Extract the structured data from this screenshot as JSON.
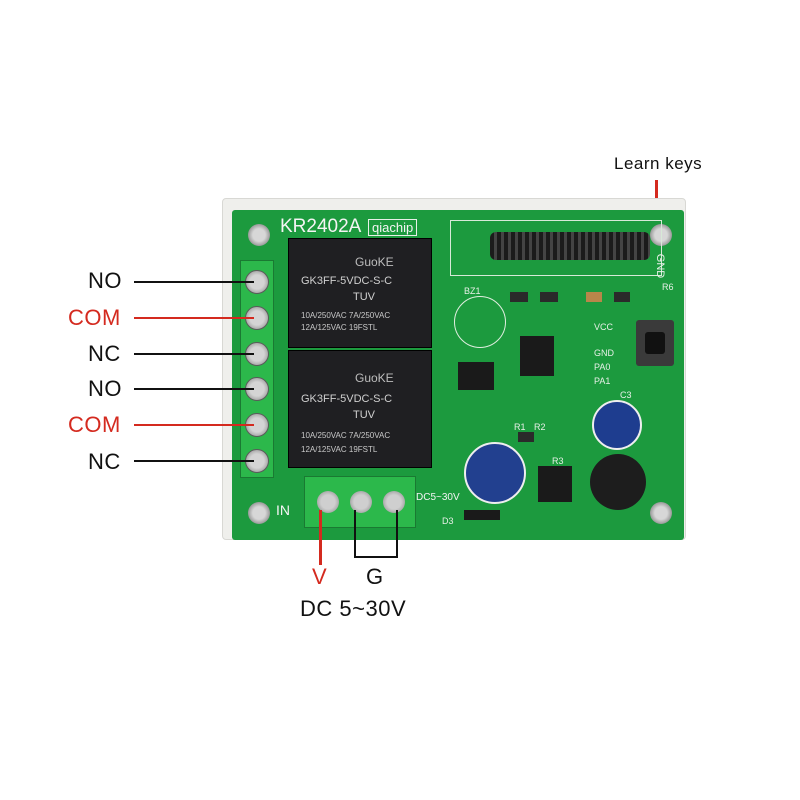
{
  "annotations": {
    "learn_keys": "Learn keys",
    "terminals_left": [
      {
        "label": "NO",
        "color": "#111111"
      },
      {
        "label": "COM",
        "color": "#d42a1f"
      },
      {
        "label": "NC",
        "color": "#111111"
      },
      {
        "label": "NO",
        "color": "#111111"
      },
      {
        "label": "COM",
        "color": "#d42a1f"
      },
      {
        "label": "NC",
        "color": "#111111"
      }
    ],
    "power_v": "V",
    "power_g": "G",
    "power_range": "DC 5~30V"
  },
  "board": {
    "model": "KR2402A",
    "brand": "qiachip",
    "pcb_color": "#1c9a3e",
    "relays": [
      {
        "brand": "GuoKE",
        "model": "GK3FF-5VDC-S-C",
        "mark": "TUV",
        "rating1": "10A/250VAC  7A/250VAC",
        "rating2": "12A/125VAC    19FSTL"
      },
      {
        "brand": "GuoKE",
        "model": "GK3FF-5VDC-S-C",
        "mark": "TUV",
        "rating1": "10A/250VAC  7A/250VAC",
        "rating2": "12A/125VAC    19FSTL"
      }
    ],
    "silkscreen": {
      "in": "IN",
      "dc": "DC5~30V",
      "gnd": "GND",
      "vcc": "VCC",
      "pa0": "PA0",
      "pa1": "PA1",
      "bz1": "BZ1",
      "c3": "C3",
      "d3": "D3",
      "r1": "R1",
      "r2": "R2",
      "r3": "R3",
      "r6": "R6"
    }
  }
}
